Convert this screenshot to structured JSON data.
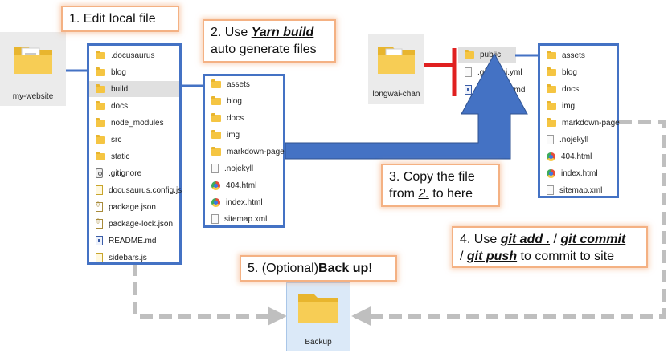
{
  "folders": {
    "source": {
      "label": "my-website"
    },
    "site": {
      "label": "longwai-chan"
    },
    "backup": {
      "label": "Backup"
    }
  },
  "project_files": [
    {
      "name": ".docusaurus",
      "icon": "folder-icon"
    },
    {
      "name": "blog",
      "icon": "folder-icon"
    },
    {
      "name": "build",
      "icon": "folder-icon",
      "selected": true
    },
    {
      "name": "docs",
      "icon": "folder-icon"
    },
    {
      "name": "node_modules",
      "icon": "folder-icon"
    },
    {
      "name": "src",
      "icon": "folder-icon"
    },
    {
      "name": "static",
      "icon": "folder-icon"
    },
    {
      "name": ".gitignore",
      "icon": "gear-file-icon"
    },
    {
      "name": "docusaurus.config.js",
      "icon": "js-file-icon"
    },
    {
      "name": "package.json",
      "icon": "json-file-icon"
    },
    {
      "name": "package-lock.json",
      "icon": "json-file-icon"
    },
    {
      "name": "README.md",
      "icon": "markdown-file-icon"
    },
    {
      "name": "sidebars.js",
      "icon": "js-file-icon"
    }
  ],
  "build_files": [
    {
      "name": "assets",
      "icon": "folder-icon"
    },
    {
      "name": "blog",
      "icon": "folder-icon"
    },
    {
      "name": "docs",
      "icon": "folder-icon"
    },
    {
      "name": "img",
      "icon": "folder-icon"
    },
    {
      "name": "markdown-page",
      "icon": "folder-icon"
    },
    {
      "name": ".nojekyll",
      "icon": "file-icon"
    },
    {
      "name": "404.html",
      "icon": "html-file-icon"
    },
    {
      "name": "index.html",
      "icon": "html-file-icon"
    },
    {
      "name": "sitemap.xml",
      "icon": "file-icon"
    }
  ],
  "site_files": [
    {
      "name": "public",
      "icon": "folder-icon",
      "selected": true
    },
    {
      "name": ".gitlab-ci.yml",
      "icon": "file-icon"
    },
    {
      "name": "README.md",
      "icon": "markdown-file-icon"
    }
  ],
  "public_files": [
    {
      "name": "assets",
      "icon": "folder-icon"
    },
    {
      "name": "blog",
      "icon": "folder-icon"
    },
    {
      "name": "docs",
      "icon": "folder-icon"
    },
    {
      "name": "img",
      "icon": "folder-icon"
    },
    {
      "name": "markdown-page",
      "icon": "folder-icon"
    },
    {
      "name": ".nojekyll",
      "icon": "file-icon"
    },
    {
      "name": "404.html",
      "icon": "html-file-icon"
    },
    {
      "name": "index.html",
      "icon": "html-file-icon"
    },
    {
      "name": "sitemap.xml",
      "icon": "file-icon"
    }
  ],
  "steps": {
    "s1": {
      "text": "1. Edit local file"
    },
    "s2": {
      "prefix": "2. Use ",
      "cmd": "Yarn build",
      "line2": "auto generate files"
    },
    "s3": {
      "line1": "3. Copy the file",
      "from": "from ",
      "ref": "2.",
      "suffix": " to here"
    },
    "s4": {
      "prefix": "4. Use ",
      "cmd1": "git add .",
      "sep1": " / ",
      "cmd2": "git commit",
      "sep2": "/ ",
      "cmd3": "git push",
      "suffix": " to commit to site"
    },
    "s5": {
      "prefix": "5. (Optional)",
      "bold": "Back up!"
    }
  },
  "colors": {
    "panel_border": "#4472c4",
    "arrow_fill": "#4472c4",
    "callout_border": "#f4b183",
    "dashed_connector": "#bfbfbf",
    "site_link": "#e02020"
  }
}
